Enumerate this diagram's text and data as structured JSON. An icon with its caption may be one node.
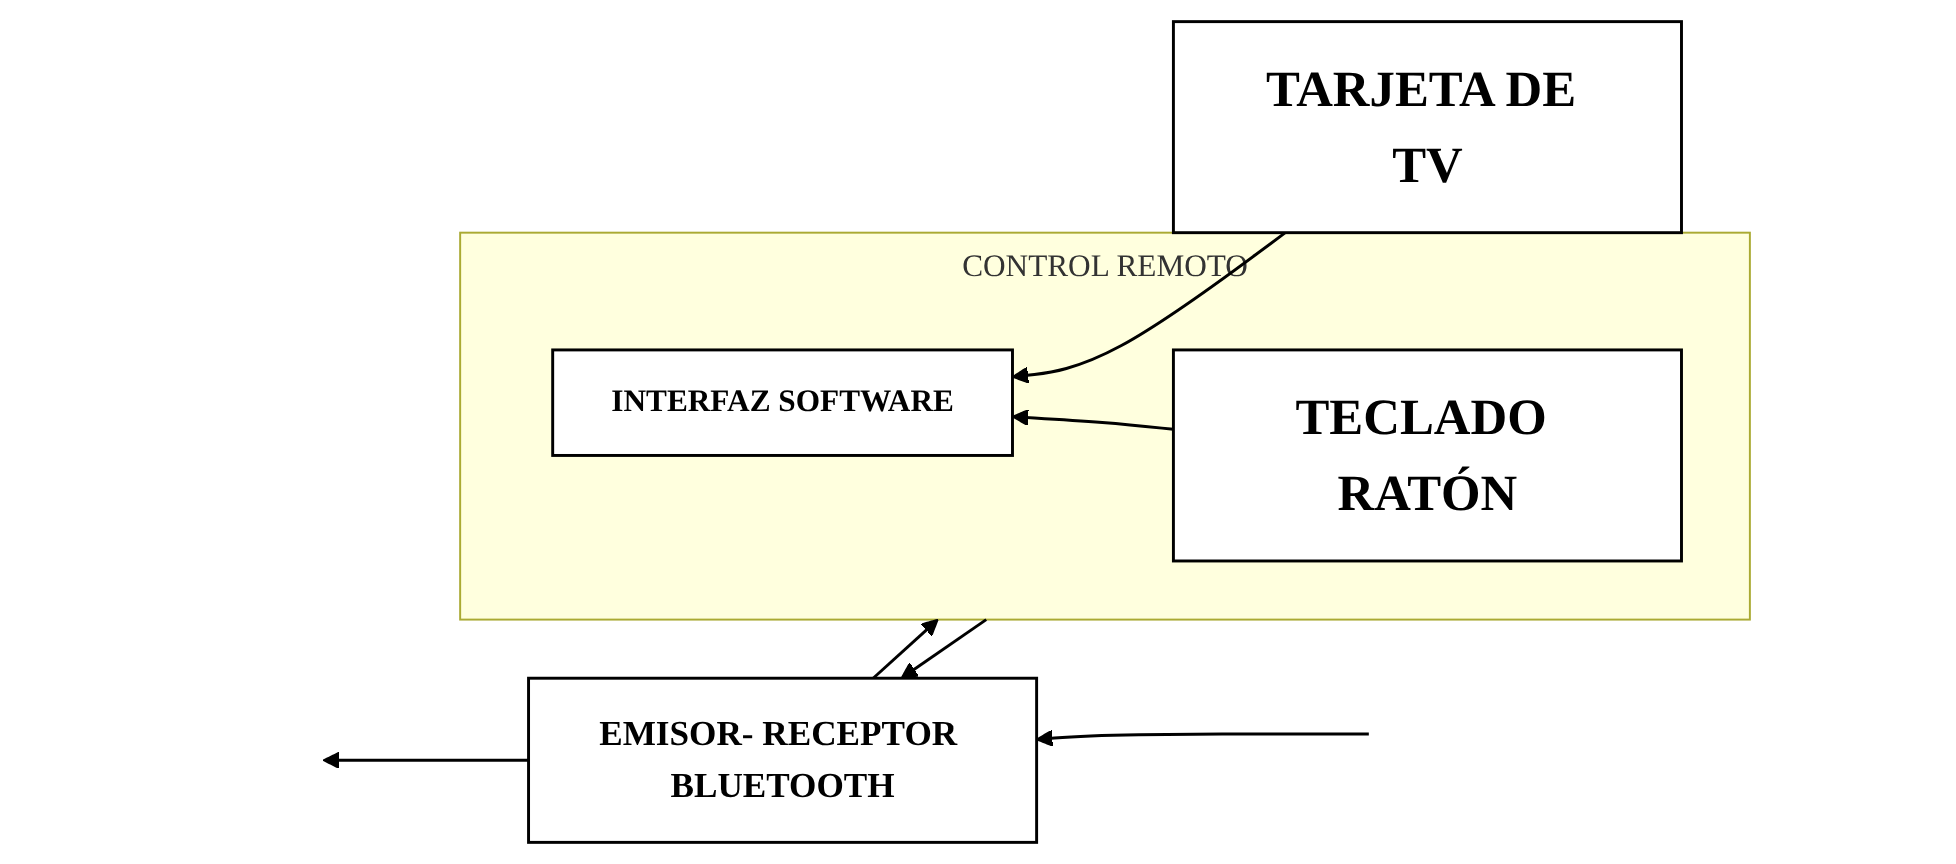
{
  "diagram": {
    "nodes": [
      {
        "text": [
          "CONTROL REMOTO"
        ]
      },
      {
        "text": [
          "TECLADO RATÓN"
        ],
        "in": 0
      },
      {
        "text": [
          "INTERFAZ SOFTWARE"
        ],
        "in": 0
      },
      {
        "text": [
          "EMISOR- RECEPTOR BLUETOOTH"
        ]
      },
      {
        "text": [
          "TARJETA DE TV"
        ]
      }
    ],
    "edges": [
      {
        "from": 0,
        "to": 3,
        "arrow": "to"
      },
      {
        "from": 3,
        "to": 0,
        "arrow": "to"
      },
      {
        "from": 1,
        "to": 2,
        "arrow": "to"
      },
      {
        "from": 4,
        "to": 2,
        "arrow": "to"
      },
      {
        "from": null,
        "to": 3,
        "arrow": "to"
      },
      {
        "from": 3,
        "to": null,
        "arrow": "to"
      }
    ]
  }
}
